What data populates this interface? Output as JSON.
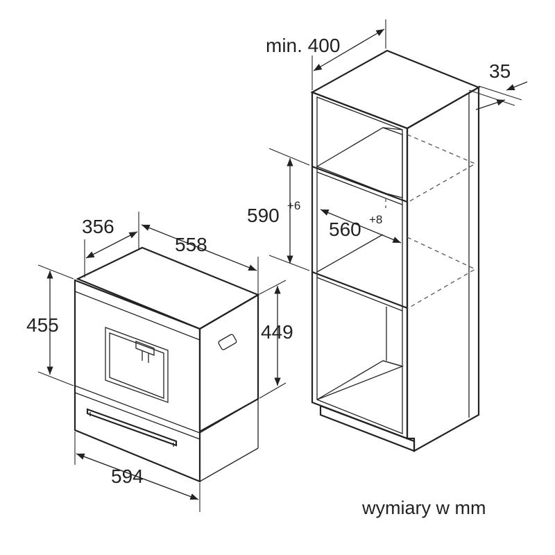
{
  "dimensions": {
    "machine_depth": "356",
    "machine_width": "558",
    "machine_height": "455",
    "machine_side_height": "449",
    "front_width": "594",
    "cabinet_min_depth": "min. 400",
    "cabinet_offset": "35",
    "niche_height": "590",
    "niche_height_tolerance": "+6",
    "niche_width": "560",
    "niche_width_tolerance": "+8"
  },
  "note": "wymiary w mm"
}
